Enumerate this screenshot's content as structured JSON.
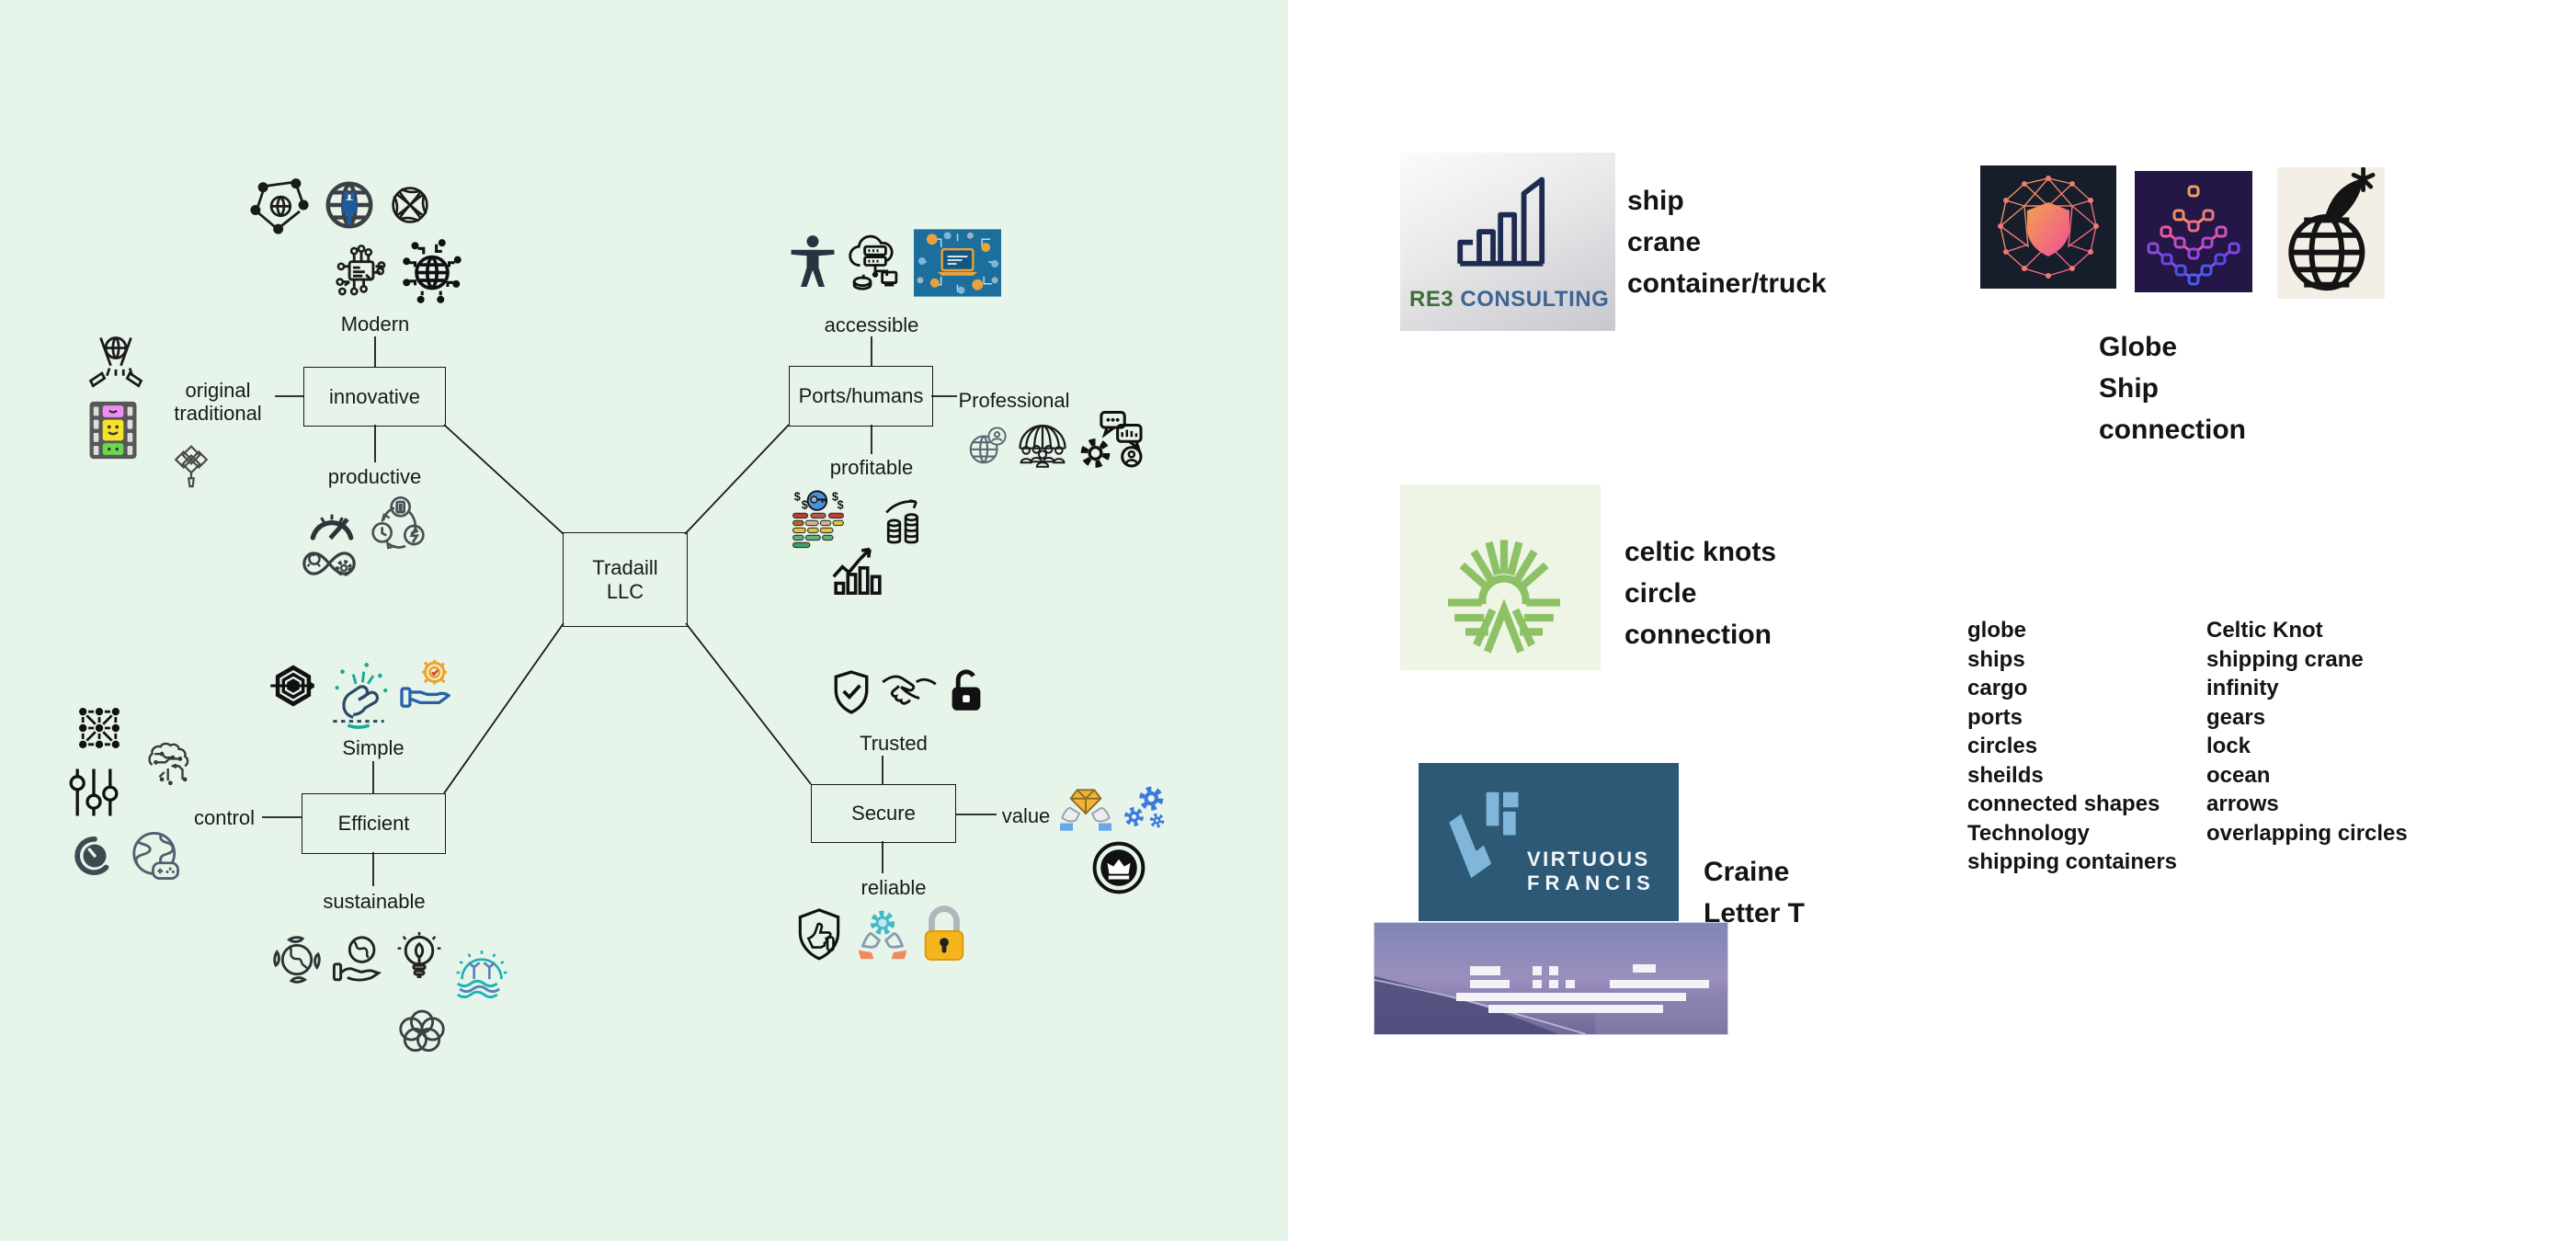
{
  "board": {
    "center": {
      "line1": "Tradaill",
      "line2": "LLC"
    },
    "nodes": {
      "innovative": "innovative",
      "ports": "Ports/humans",
      "efficient": "Efficient",
      "secure": "Secure"
    },
    "labels": {
      "modern": "Modern",
      "original_1": "original",
      "original_2": "traditional",
      "productive": "productive",
      "simple": "Simple",
      "control": "control",
      "sustainable": "sustainable",
      "accessible": "accessible",
      "profitable": "profitable",
      "professional": "Professional",
      "trusted": "Trusted",
      "value": "value",
      "reliable": "reliable"
    },
    "clusters": {
      "modern_a": [
        "network-globe",
        "globe-plug",
        "globe-knot"
      ],
      "modern_b": [
        "circuit-chip",
        "globe-circuit"
      ],
      "original_holo": [
        "hologram-globe"
      ],
      "original_film": [
        "film-strip"
      ],
      "original_knot": [
        "chinese-knot"
      ],
      "productive_a": [
        "speedometer",
        "task-cycle"
      ],
      "productive_b": [
        "infinity-gear"
      ],
      "simple": [
        "hex-maze",
        "finger-snap",
        "gear-hand"
      ],
      "control_grid": [
        "grid-network"
      ],
      "control_sliders": [
        "sliders"
      ],
      "control_brain": [
        "brain-circuit"
      ],
      "control_knob": [
        "knob"
      ],
      "control_gamepad": [
        "globe-gamepad"
      ],
      "sustainable_a": [
        "eco-globe",
        "hand-earth",
        "eco-bulb",
        "wind-ocean"
      ],
      "sustainable_b": [
        "circles-flower"
      ],
      "accessible": [
        "accessibility-person",
        "cloud-server",
        "accessibility-image"
      ],
      "professional": [
        "globe-person",
        "people-dome",
        "gear-chat"
      ],
      "profit_wall": [
        "money-wall"
      ],
      "profit_coins": [
        "coins-growth"
      ],
      "profit_chart": [
        "chart-growth"
      ],
      "trusted": [
        "shield-check",
        "handshake",
        "lock-filled"
      ],
      "value_a": [
        "hands-diamond",
        "gears-blue"
      ],
      "value_b": [
        "crown-badge"
      ],
      "reliable": [
        "shield-thumb",
        "hands-gear",
        "lock-gold"
      ]
    }
  },
  "references": {
    "re3": {
      "brand_primary": "RE3",
      "brand_secondary": "CONSULTING",
      "note": [
        "ship",
        "crane",
        "container/truck"
      ]
    },
    "logo_row_note": [
      "Globe",
      "Ship",
      "connection"
    ],
    "celtic_note": [
      "celtic knots",
      "circle",
      "connection"
    ],
    "virtuous": {
      "name_line1": "VIRTUOUS",
      "name_line2": "FRANCIS",
      "note": [
        "Craine",
        "Letter T"
      ]
    },
    "keywords_left": [
      "globe",
      "ships",
      "cargo",
      "ports",
      "circles",
      "sheilds",
      "connected shapes",
      "Technology",
      "shipping containers"
    ],
    "keywords_right": [
      "Celtic Knot",
      "shipping crane",
      "infinity",
      "gears",
      "lock",
      "ocean",
      "arrows",
      "overlapping circles"
    ]
  },
  "colors": {
    "board_bg": "#e7f4ea",
    "ink": "#141414",
    "re3_green": "#3e6f38",
    "re3_blue": "#3d6493",
    "vf_bg": "#2d5977",
    "vf_mark_blue": "#7fb6d9",
    "celtic_green": "#8cc166",
    "logo_navy_bg": "#161d2b",
    "logo_purple_bg": "#241646",
    "logo_cream_bg": "#f4efe6",
    "accessibility_img_bg": "#1c6f9c"
  }
}
